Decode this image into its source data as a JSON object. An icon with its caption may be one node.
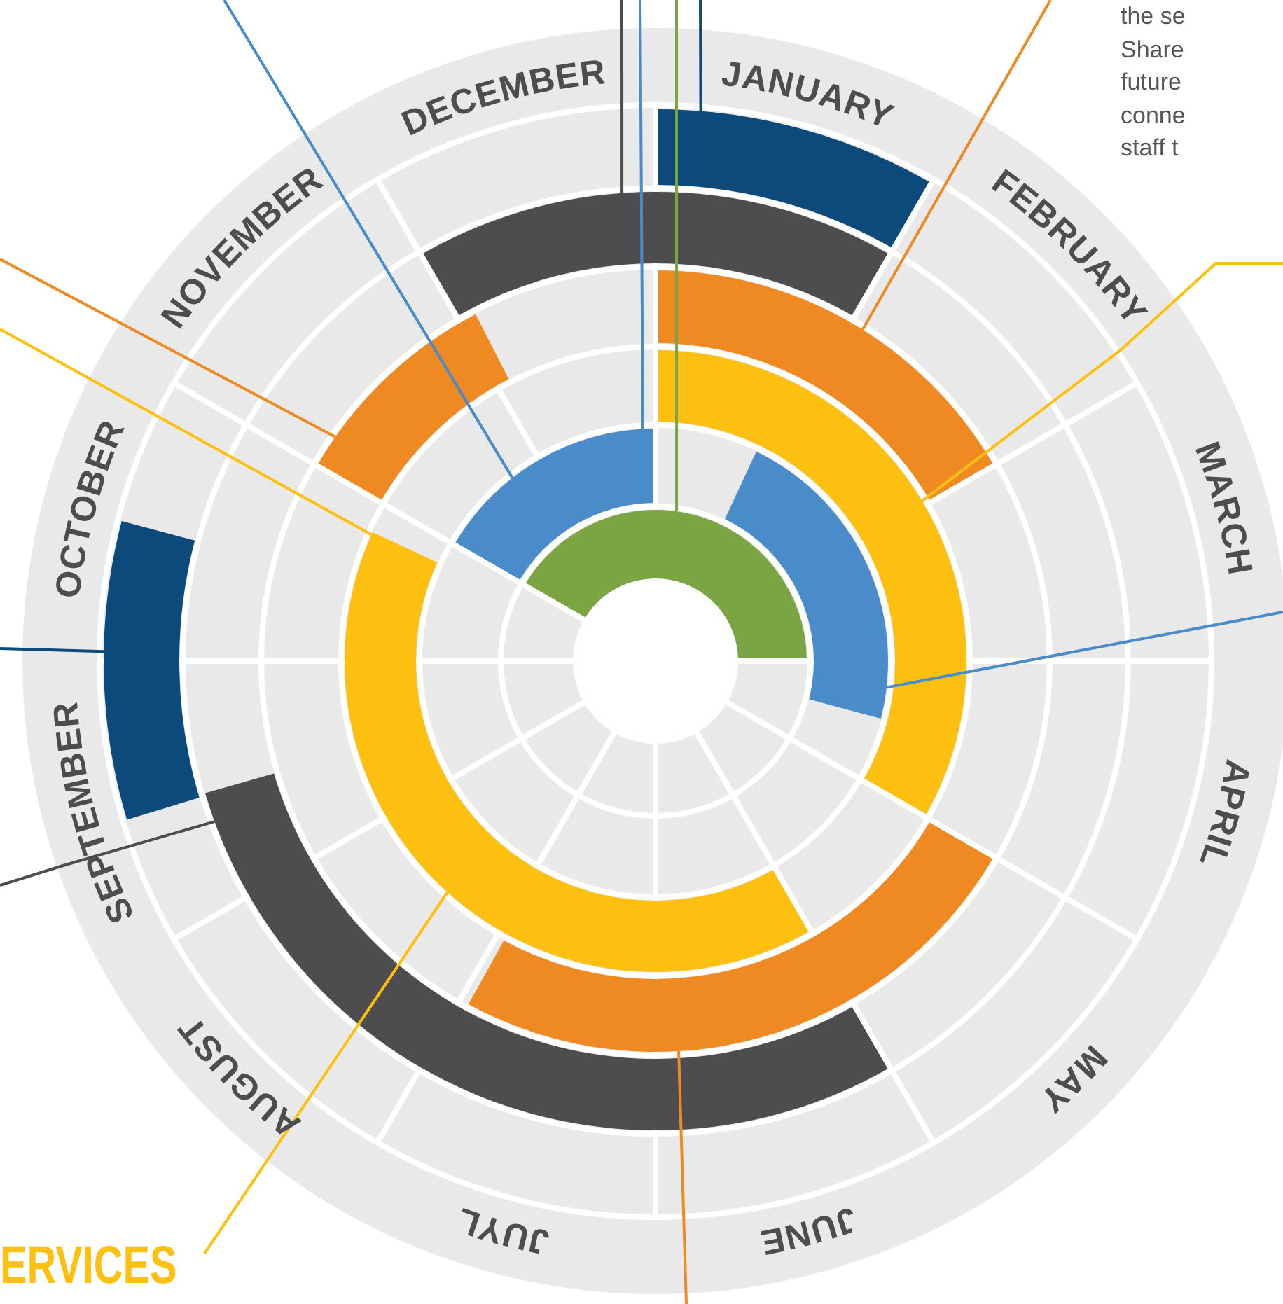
{
  "diagram": {
    "nodes": [
      {
        "text": [
          "ERVICES"
        ]
      },
      {
        "text": [],
        "shape": "arc"
      },
      {
        "text": [],
        "shape": "arc"
      },
      {
        "text": [],
        "shape": "arc"
      },
      {
        "text": [],
        "shape": "arc"
      },
      {
        "text": [],
        "shape": "arc"
      },
      {
        "text": [],
        "shape": "arc"
      },
      {
        "text": [],
        "shape": "arc"
      },
      {
        "text": [],
        "shape": "arc"
      },
      {
        "text": [],
        "shape": "arc"
      },
      {
        "text": [],
        "shape": "arc"
      },
      {
        "text": [],
        "shape": "arc"
      },
      {
        "text": [],
        "shape": "arc"
      }
    ],
    "edges": [
      {
        "from": null,
        "to": 1,
        "arrow": "none",
        "color": "#0d4a7c"
      },
      {
        "from": null,
        "to": 3,
        "arrow": "none",
        "color": "#4d4d4f"
      },
      {
        "from": null,
        "to": 10,
        "arrow": "none",
        "color": "#4a8cc9"
      },
      {
        "from": null,
        "to": 12,
        "arrow": "none",
        "color": "#7aa542"
      },
      {
        "from": null,
        "to": 10,
        "arrow": "none",
        "color": "#4a8cc9"
      },
      {
        "from": null,
        "to": 6,
        "arrow": "none",
        "color": "#ef8a22"
      },
      {
        "from": null,
        "to": 9,
        "arrow": "none",
        "color": "#fdc010"
      },
      {
        "from": null,
        "to": 2,
        "arrow": "none",
        "color": "#0d4a7c"
      },
      {
        "from": null,
        "to": 4,
        "arrow": "none",
        "color": "#4d4d4f"
      },
      {
        "from": 0,
        "to": 9,
        "arrow": "none",
        "color": "#fdc010"
      },
      {
        "from": null,
        "to": 7,
        "arrow": "none",
        "color": "#ef8a22"
      },
      {
        "from": null,
        "to": 5,
        "arrow": "none",
        "color": "#ef8a22"
      },
      {
        "from": null,
        "to": 8,
        "arrow": "none",
        "color": "#fdc010"
      },
      {
        "from": null,
        "to": 11,
        "arrow": "none",
        "color": "#4a8cc9"
      }
    ],
    "labels": [
      "JANUARY",
      "FEBRUARY",
      "MARCH",
      "APRIL",
      "MAY",
      "JUNE",
      "JUYL",
      "AUGUST",
      "SEPTEMBER",
      "OCTOBER",
      "NOVEMBER",
      "DECEMBER",
      "the se Share future conne staff t"
    ]
  }
}
